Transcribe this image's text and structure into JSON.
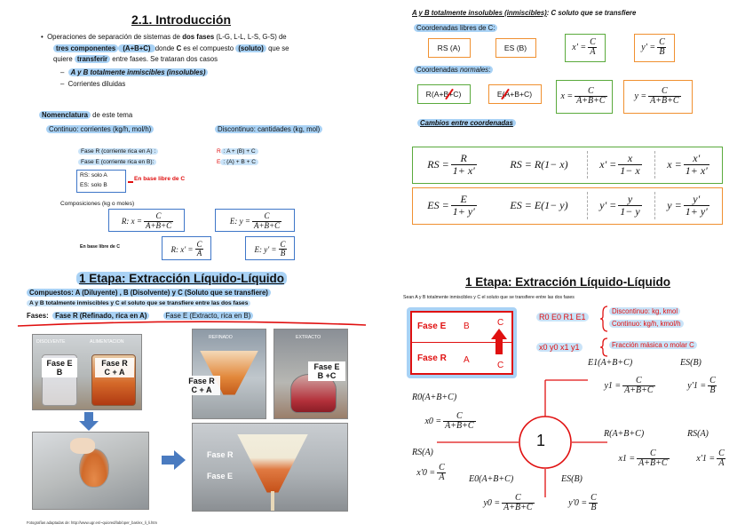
{
  "slide1": {
    "title": "2.1. Introducción",
    "bullet_part1": "Operaciones de separación de sistemas de ",
    "bullet_bold1": "dos fases",
    "bullet_part2": " (L-G, L-L, L-S, G-S) de",
    "bullet_line2_a": "tres componentes",
    "bullet_line2_b": " (A+B+C) ",
    "bullet_line2_c": "donde ",
    "bullet_line2_d": "C",
    "bullet_line2_e": " es el compuesto ",
    "bullet_line2_f": "(soluto)",
    "bullet_line2_g": " que se",
    "bullet_line3_a": "quiere ",
    "bullet_line3_b": "transferir",
    "bullet_line3_c": " entre fases. Se trataran dos casos",
    "case1": "A y B totalmente inmiscibles (insolubles)",
    "case2": "Corrientes diluidas",
    "nomenclatura_a": "Nomenclatura",
    "nomenclatura_b": " de este tema",
    "continuo": "Continuo: corrientes (kg/h, mol/h)",
    "discontinuo": "Discontinuo: cantidades (kg, mol)",
    "fase_r": "Fase R (corriente rica en A) :",
    "fase_e": "Fase E (corriente rica en B):",
    "r_def_a": "R",
    "r_def_b": ": A + (B) + C",
    "e_def_a": "E",
    "e_def_b": ": (A) + B + C",
    "rs_solo": "RS: solo A",
    "es_solo": "ES: solo B",
    "base_libre": "En base libre de C",
    "composiciones": "Composiciones (kg o moles)",
    "base_libre_c": "En base libre de C",
    "eq_r_lhs": "R:   x =",
    "eq_r_num": "C",
    "eq_r_den": "A+B+C",
    "eq_e_lhs": "E:   y =",
    "eq_e_num": "C",
    "eq_e_den": "A+B+C",
    "eq_r2_lhs": "R:   x' =",
    "eq_r2_num": "C",
    "eq_r2_den": "A",
    "eq_e2_lhs": "E:   y' =",
    "eq_e2_num": "C",
    "eq_e2_den": "B"
  },
  "slide2": {
    "heading_a": "A y B totalmente insolubles (inmiscibles)",
    "heading_b": ": C soluto que se transfiere",
    "libres": "Coordenadas libres de C:",
    "rs_a": "RS (A)",
    "es_b": "ES (B)",
    "xp": "x' =",
    "xp_num": "C",
    "xp_den": "A",
    "yp": "y' =",
    "yp_num": "C",
    "yp_den": "B",
    "normales_a": "Coordenadas ",
    "normales_b": "normales",
    "normales_c": ":",
    "r_abc": "R(A+B+C)",
    "e_abc": "E(A+B+C)",
    "x_eq": "x =",
    "x_num": "C",
    "x_den": "A+B+C",
    "y_eq": "y =",
    "y_num": "C",
    "y_den": "A+B+C",
    "cambios": "Cambios entre coordenadas",
    "row1": [
      "RS =",
      "R",
      "1+ x'",
      "RS = R(1− x)",
      "x' =",
      "x",
      "1− x",
      "x =",
      "x'",
      "1+ x'"
    ],
    "row2": [
      "ES =",
      "E",
      "1+ y'",
      "ES = E(1− y)",
      "y' =",
      "y",
      "1− y",
      "y =",
      "y'",
      "1+ y'"
    ]
  },
  "slide3": {
    "title": "1 Etapa: Extracción Líquido-Líquido",
    "compuestos": "Compuestos:   A (Diluyente) , B (Disolvente) y C (Soluto que se transfiere)",
    "inmiscibles": "A y B totalmente inmiscibles y C el soluto que se transfiere entre las dos fases",
    "fases_label": "Fases:",
    "fase_r": "Fase R (Refinado, rica en A)",
    "fase_e": "Fase E (Extracto, rica en B)",
    "disolvente": "DISOLVENTE",
    "alimentacion": "ALIMENTACION",
    "refinado": "REFINADO",
    "extracto": "EXTRACTO",
    "p_fase_e": "Fase E",
    "p_b": "B",
    "p_fase_r": "Fase R",
    "p_ca": "C + A",
    "p_fase_r2": "Fase R",
    "p_ca2": "C + A",
    "p_fase_e2": "Fase E",
    "p_bc": "B +C",
    "p_fase_r3": "Fase R",
    "p_fase_e3": "Fase E",
    "credit": "Fotografías adaptadas de: http://www.ugr.es/~quiored/lab/oper_bas/ex_li_li.htm"
  },
  "slide4": {
    "title": "1 Etapa: Extracción Líquido-Líquido",
    "subtitle": "Sean A y B totalmente inmiscibles y C el soluto que se transfiere entre las dos fases",
    "box_fase_e": "Fase E",
    "box_b": "B",
    "box_c1": "C",
    "box_fase_r": "Fase R",
    "box_a": "A",
    "box_c2": "C",
    "vars1": "R0  E0  R1  E1",
    "discontinuo": "Discontinuo: kg, kmol",
    "continuo": "Continuo: kg/h, kmol/h",
    "vars2": "x0  y0  x1  y1",
    "fraccion": "Fracción másica o molar C",
    "stage": "1",
    "e1": "E1(A+B+C)",
    "es": "ES(B)",
    "y1": "y1 =",
    "y1_num": "C",
    "y1_den": "A+B+C",
    "y1p": "y'1 =",
    "y1p_num": "C",
    "y1p_den": "B",
    "r0": "R0(A+B+C)",
    "x0": "x0 =",
    "x0_num": "C",
    "x0_den": "A+B+C",
    "rs0": "RS(A)",
    "x0p": "x'0 =",
    "x0p_num": "C",
    "x0p_den": "A",
    "r1": "R(A+B+C)",
    "rs1": "RS(A)",
    "x1": "x1 =",
    "x1_num": "C",
    "x1_den": "A+B+C",
    "x1p": "x'1 =",
    "x1p_num": "C",
    "x1p_den": "A",
    "e0": "E0(A+B+C)",
    "es0": "ES(B)",
    "y0": "y0 =",
    "y0_num": "C",
    "y0_den": "A+B+C",
    "y0p": "y'0 =",
    "y0p_num": "C",
    "y0p_den": "B"
  },
  "colors": {
    "highlight": "#a9d2f5",
    "blue_box": "#3e76c8",
    "orange_box": "#f09030",
    "green_box": "#5aaa3c",
    "red": "#e01010"
  }
}
